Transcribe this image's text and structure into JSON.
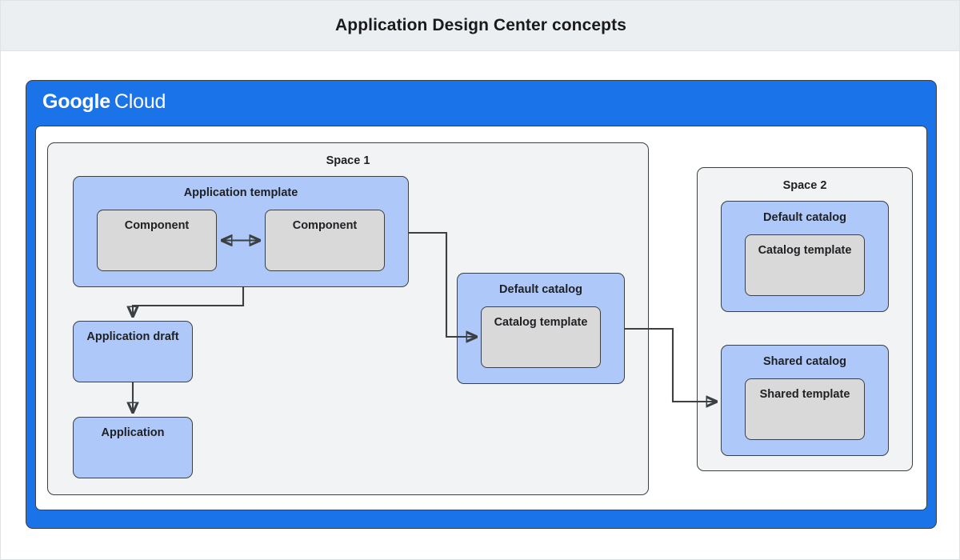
{
  "header": {
    "title": "Application Design Center concepts"
  },
  "cloud": {
    "logo_primary": "Google",
    "logo_secondary": "Cloud",
    "brand_color": "#1a73e8"
  },
  "palette": {
    "title_bar_bg": "#eceff1",
    "space_bg": "#f1f3f4",
    "resource_blue": "#aec9f9",
    "template_gray": "#d9d9d9",
    "stroke": "#3c4043"
  },
  "spaces": [
    {
      "id": "space-1",
      "label": "Space 1",
      "nodes": {
        "application_template": {
          "label": "Application template",
          "components": [
            {
              "label": "Component"
            },
            {
              "label": "Component"
            }
          ]
        },
        "application_draft": {
          "label": "Application draft"
        },
        "application": {
          "label": "Application"
        },
        "default_catalog": {
          "label": "Default catalog",
          "template": {
            "label": "Catalog template"
          }
        }
      }
    },
    {
      "id": "space-2",
      "label": "Space 2",
      "nodes": {
        "default_catalog": {
          "label": "Default catalog",
          "template": {
            "label": "Catalog template"
          }
        },
        "shared_catalog": {
          "label": "Shared catalog",
          "template": {
            "label": "Shared template"
          }
        }
      }
    }
  ],
  "connectors": [
    {
      "name": "component-to-component",
      "from": "Component",
      "to": "Component",
      "arrows": "both"
    },
    {
      "name": "application-template-to-application-draft",
      "from": "Application template",
      "to": "Application draft",
      "arrows": "end"
    },
    {
      "name": "application-draft-to-application",
      "from": "Application draft",
      "to": "Application",
      "arrows": "end"
    },
    {
      "name": "application-template-to-default-catalog",
      "from": "Application template",
      "to": "Catalog template",
      "arrows": "end"
    },
    {
      "name": "default-catalog-to-shared-catalog",
      "from": "Default catalog",
      "to": "Shared template",
      "arrows": "end"
    }
  ]
}
